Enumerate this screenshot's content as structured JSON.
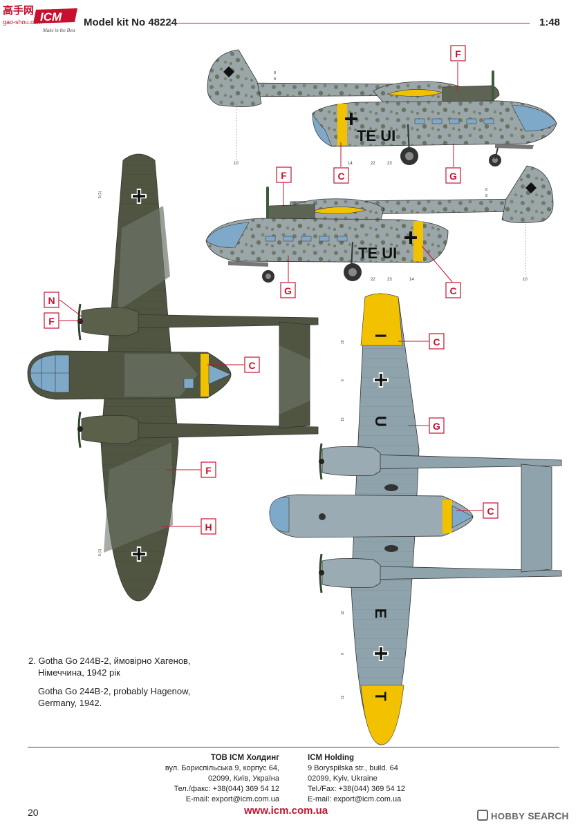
{
  "header": {
    "logo_site_chars": "高手网",
    "logo_site_url": "gao-shou.com",
    "logo_brand": "ICM",
    "logo_tagline": "Make in the Best",
    "title": "Model kit No 48224",
    "scale": "1:48"
  },
  "callouts": {
    "C": "C",
    "F": "F",
    "G": "G",
    "H": "H",
    "N": "N"
  },
  "side_profile": {
    "code": "TE UI",
    "stencil_tail": "8",
    "ref_10": "10",
    "ref_14": "14",
    "ref_22": "22",
    "ref_23": "23"
  },
  "wing_stencils": {
    "top_left": "5 (1)",
    "bottom_left": "5 (1)",
    "s15": "15",
    "s9a": "9",
    "s13": "13",
    "s12": "12",
    "s9b": "9",
    "s11": "11"
  },
  "underside_letters": {
    "I": "I",
    "U": "U",
    "E": "E",
    "T": "T"
  },
  "caption": {
    "ua_line1": "2. Gotha Go 244B-2, ймовірно Хагенов,",
    "ua_line2": "Німеччина, 1942 рік",
    "en_line1": "Gotha Go 244B-2, probably Hagenow,",
    "en_line2": "Germany, 1942."
  },
  "footer": {
    "ua": {
      "company": "ТОВ ICM Холдинг",
      "line1": "вул. Бориспільська 9, корпус 64,",
      "line2": "02099, Київ, Україна",
      "line3": "Тел./факс: +38(044) 369 54 12",
      "line4": "E-mail: export@icm.com.ua"
    },
    "en": {
      "company": "ICM Holding",
      "line1": "9 Boryspilska str., build. 64",
      "line2": "02099, Kyiv, Ukraine",
      "line3": "Tel./Fax: +38(044) 369 54 12",
      "line4": "E-mail: export@icm.com.ua"
    },
    "website": "www.icm.com.ua",
    "page_number": "20"
  },
  "watermark": {
    "brand": "HOBBY",
    "word": "SEARCH"
  },
  "colors": {
    "accent_red": "#c8102e",
    "rlm70_green": "#4f5540",
    "rlm65_light_blue": "#8fa3ad",
    "yellow_band": "#f2c200",
    "glass_blue": "#7fa9c8"
  }
}
